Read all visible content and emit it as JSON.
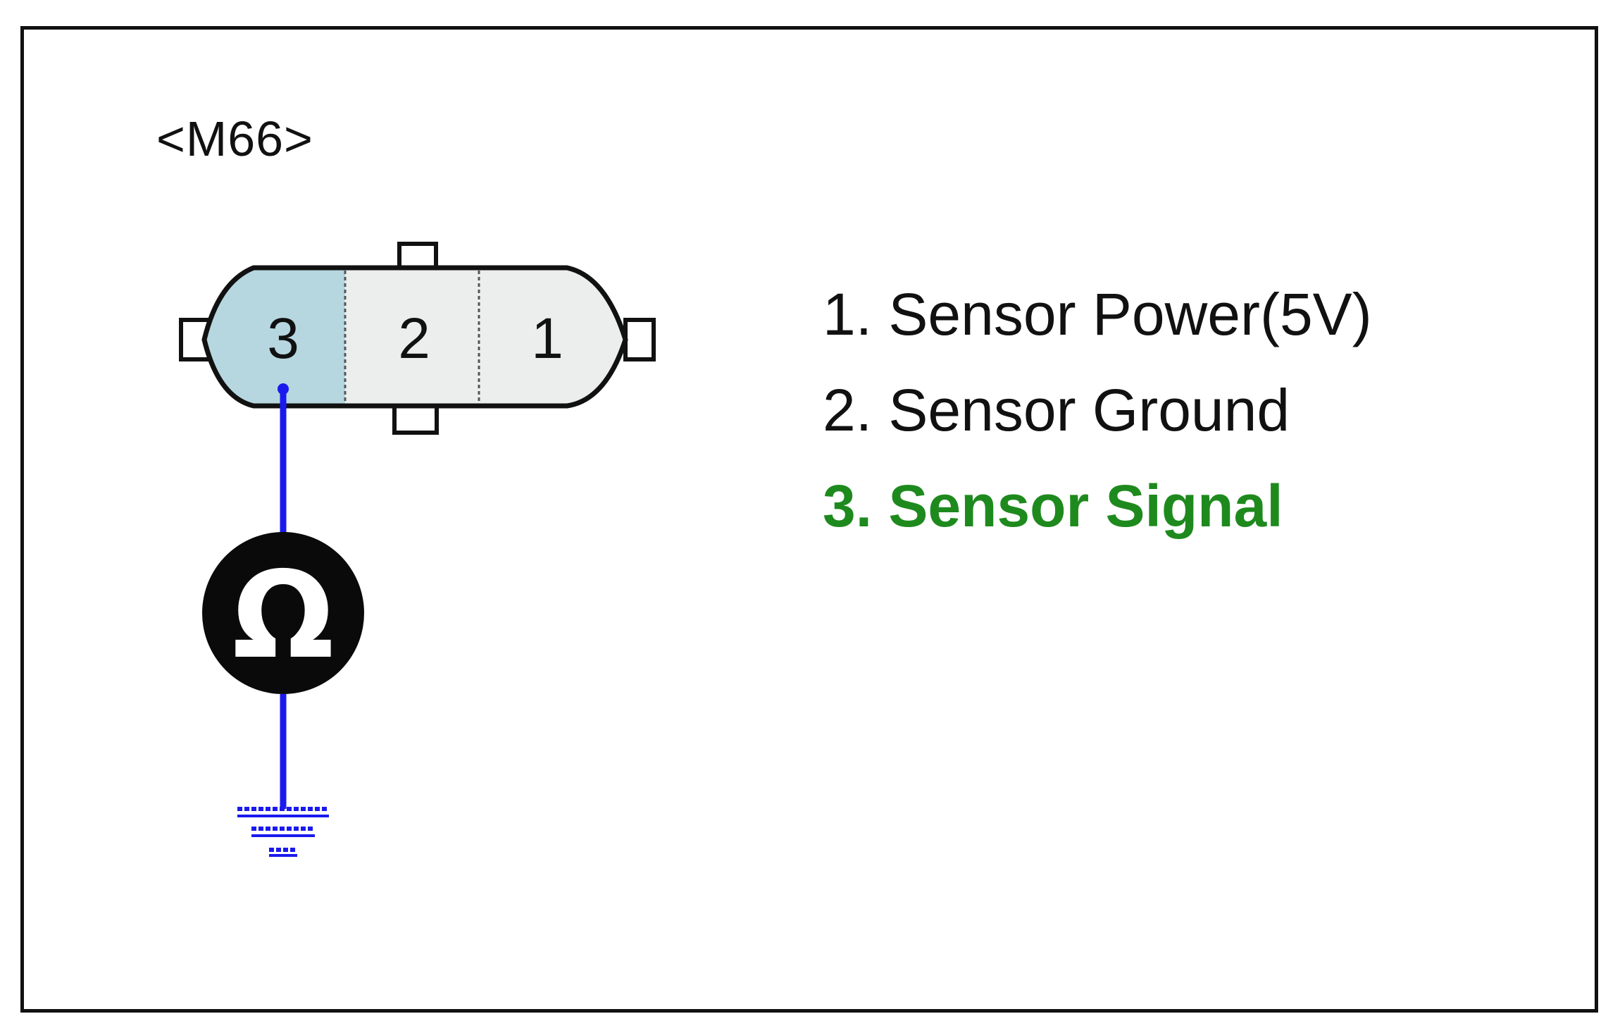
{
  "connector": {
    "id_label": "<M66>",
    "pins": [
      {
        "number": "3",
        "highlighted": true
      },
      {
        "number": "2",
        "highlighted": false
      },
      {
        "number": "1",
        "highlighted": false
      }
    ]
  },
  "pin_descriptions": [
    {
      "text": "1. Sensor Power(5V)",
      "active": false
    },
    {
      "text": "2. Sensor Ground",
      "active": false
    },
    {
      "text": "3. Sensor Signal",
      "active": true
    }
  ],
  "meter": {
    "symbol": "Ω",
    "icon": "ohmmeter-icon"
  },
  "ground_icon": "ground-symbol-icon",
  "colors": {
    "highlight_pin_fill": "#b6d7df",
    "pin_fill": "#eceeee",
    "wire": "#1a1aee",
    "active_text": "#1e8a1e",
    "text": "#111111",
    "meter_fill": "#0a0a0a",
    "meter_symbol": "#ffffff"
  }
}
